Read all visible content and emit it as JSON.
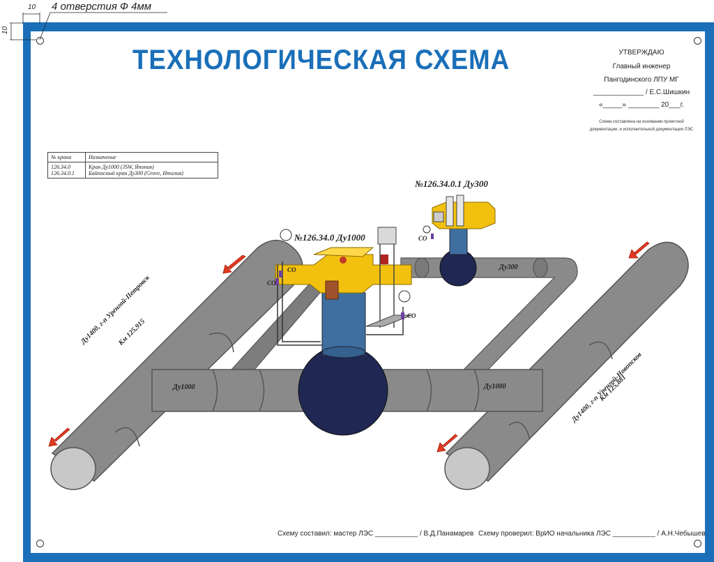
{
  "dimensions": {
    "width_mark": "10",
    "height_mark": "10",
    "holes_note": "4 отверстия Ф 4мм"
  },
  "title": "ТЕХНОЛОГИЧЕСКАЯ СХЕМА",
  "approval": {
    "line1": "УТВЕРЖДАЮ",
    "line2": "Главный инженер",
    "line3": "Пангодинского ЛПУ МГ",
    "line4": "_____________ / Е.С.Шишкин",
    "line5": "«_____» ________ 20___г.",
    "note1": "Схема составлена на основании проектной",
    "note2": "документации, и исполнительной документации ЛЭС"
  },
  "legend": {
    "headers": [
      "№ крана",
      "Назначение"
    ],
    "rows": [
      [
        "126.34.0",
        "Кран Ду1000 (JSW, Япония)"
      ],
      [
        "126.34.0.1",
        "Байпасный кран Ду300 (Grove, Италия)"
      ]
    ]
  },
  "labels": {
    "valve_main": "№126.34.0 Ду1000",
    "valve_bypass": "№126.34.0.1  Ду300",
    "pipe_left": "Ду1400, г-п Уренгой-Петровск",
    "km_left": "Км 125,915",
    "pipe_right": "Ду1400, г-п Уренгой-Новопсков",
    "km_right": "Км 125,881",
    "du1000_left": "Ду1000",
    "du1000_right": "Ду1000",
    "du300": "Ду300",
    "co": "СО"
  },
  "signatures": {
    "composed": "Схему составил: мастер ЛЭС ___________ / В.Д.Панамарев",
    "checked": "Схему проверил: ВрИО начальника ЛЭС ___________ / А.Н.Чебышев"
  },
  "colors": {
    "frame": "#1a6fb8",
    "pipe": "#8a8a8a",
    "pipe_dark": "#5e5e5e",
    "valve_body": "#1f2752",
    "valve_stem": "#3e6fa0",
    "actuator": "#f2c10f",
    "arrow": "#e23a20"
  }
}
